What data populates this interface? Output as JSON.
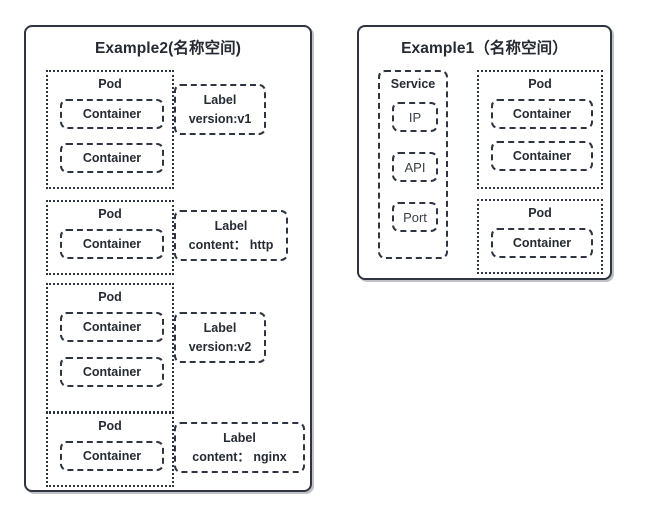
{
  "diagram": {
    "background": "#ffffff",
    "stroke_color": "#2e3440",
    "text_color": "#262b33",
    "namespaces": [
      {
        "id": "example2",
        "title": "Example2(名称空间)",
        "pods": [
          {
            "id": "pod-1",
            "title": "Pod",
            "containers": [
              {
                "label": "Container"
              },
              {
                "label": "Container"
              }
            ],
            "label": {
              "line1": "Label",
              "line2": "version:v1"
            }
          },
          {
            "id": "pod-2",
            "title": "Pod",
            "containers": [
              {
                "label": "Container"
              }
            ],
            "label": {
              "line1": "Label",
              "line2": "content： http"
            }
          },
          {
            "id": "pod-3",
            "title": "Pod",
            "containers": [
              {
                "label": "Container"
              },
              {
                "label": "Container"
              }
            ],
            "label": {
              "line1": "Label",
              "line2": "version:v2"
            }
          },
          {
            "id": "pod-4",
            "title": "Pod",
            "containers": [
              {
                "label": "Container"
              }
            ],
            "label": {
              "line1": "Label",
              "line2": "content： nginx"
            }
          }
        ]
      },
      {
        "id": "example1",
        "title": "Example1（名称空间）",
        "service": {
          "title": "Service",
          "items": [
            {
              "label": "IP"
            },
            {
              "label": "API"
            },
            {
              "label": "Port"
            }
          ]
        },
        "pods": [
          {
            "id": "pod-a",
            "title": "Pod",
            "containers": [
              {
                "label": "Container"
              },
              {
                "label": "Container"
              }
            ]
          },
          {
            "id": "pod-b",
            "title": "Pod",
            "containers": [
              {
                "label": "Container"
              }
            ]
          }
        ]
      }
    ]
  }
}
